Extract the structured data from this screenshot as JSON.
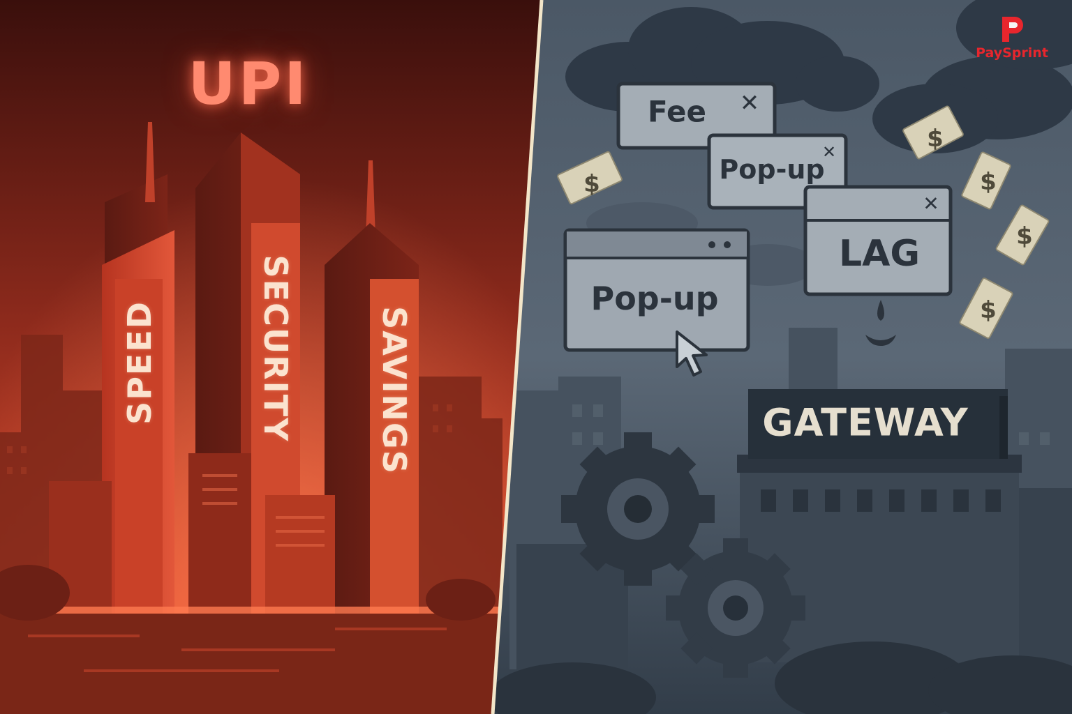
{
  "left_panel": {
    "title": "UPI",
    "towers": [
      "SPEED",
      "SECURITY",
      "SAVINGS"
    ]
  },
  "right_panel": {
    "windows": [
      {
        "label": "Fee"
      },
      {
        "label": "Pop-up"
      },
      {
        "label": "LAG"
      },
      {
        "label": "Pop-up"
      }
    ],
    "building_sign": "GATEWAY",
    "money_symbol": "$"
  },
  "brand": {
    "name": "PaySprint",
    "color": "#e8262d"
  },
  "colors": {
    "left_glow": "#ff5a3c",
    "right_base": "#3c4a5a"
  },
  "icons": [
    "close-icon",
    "cursor-icon",
    "gear-icon",
    "dollar-bill-icon",
    "cloud-icon",
    "brand-logo-icon"
  ]
}
